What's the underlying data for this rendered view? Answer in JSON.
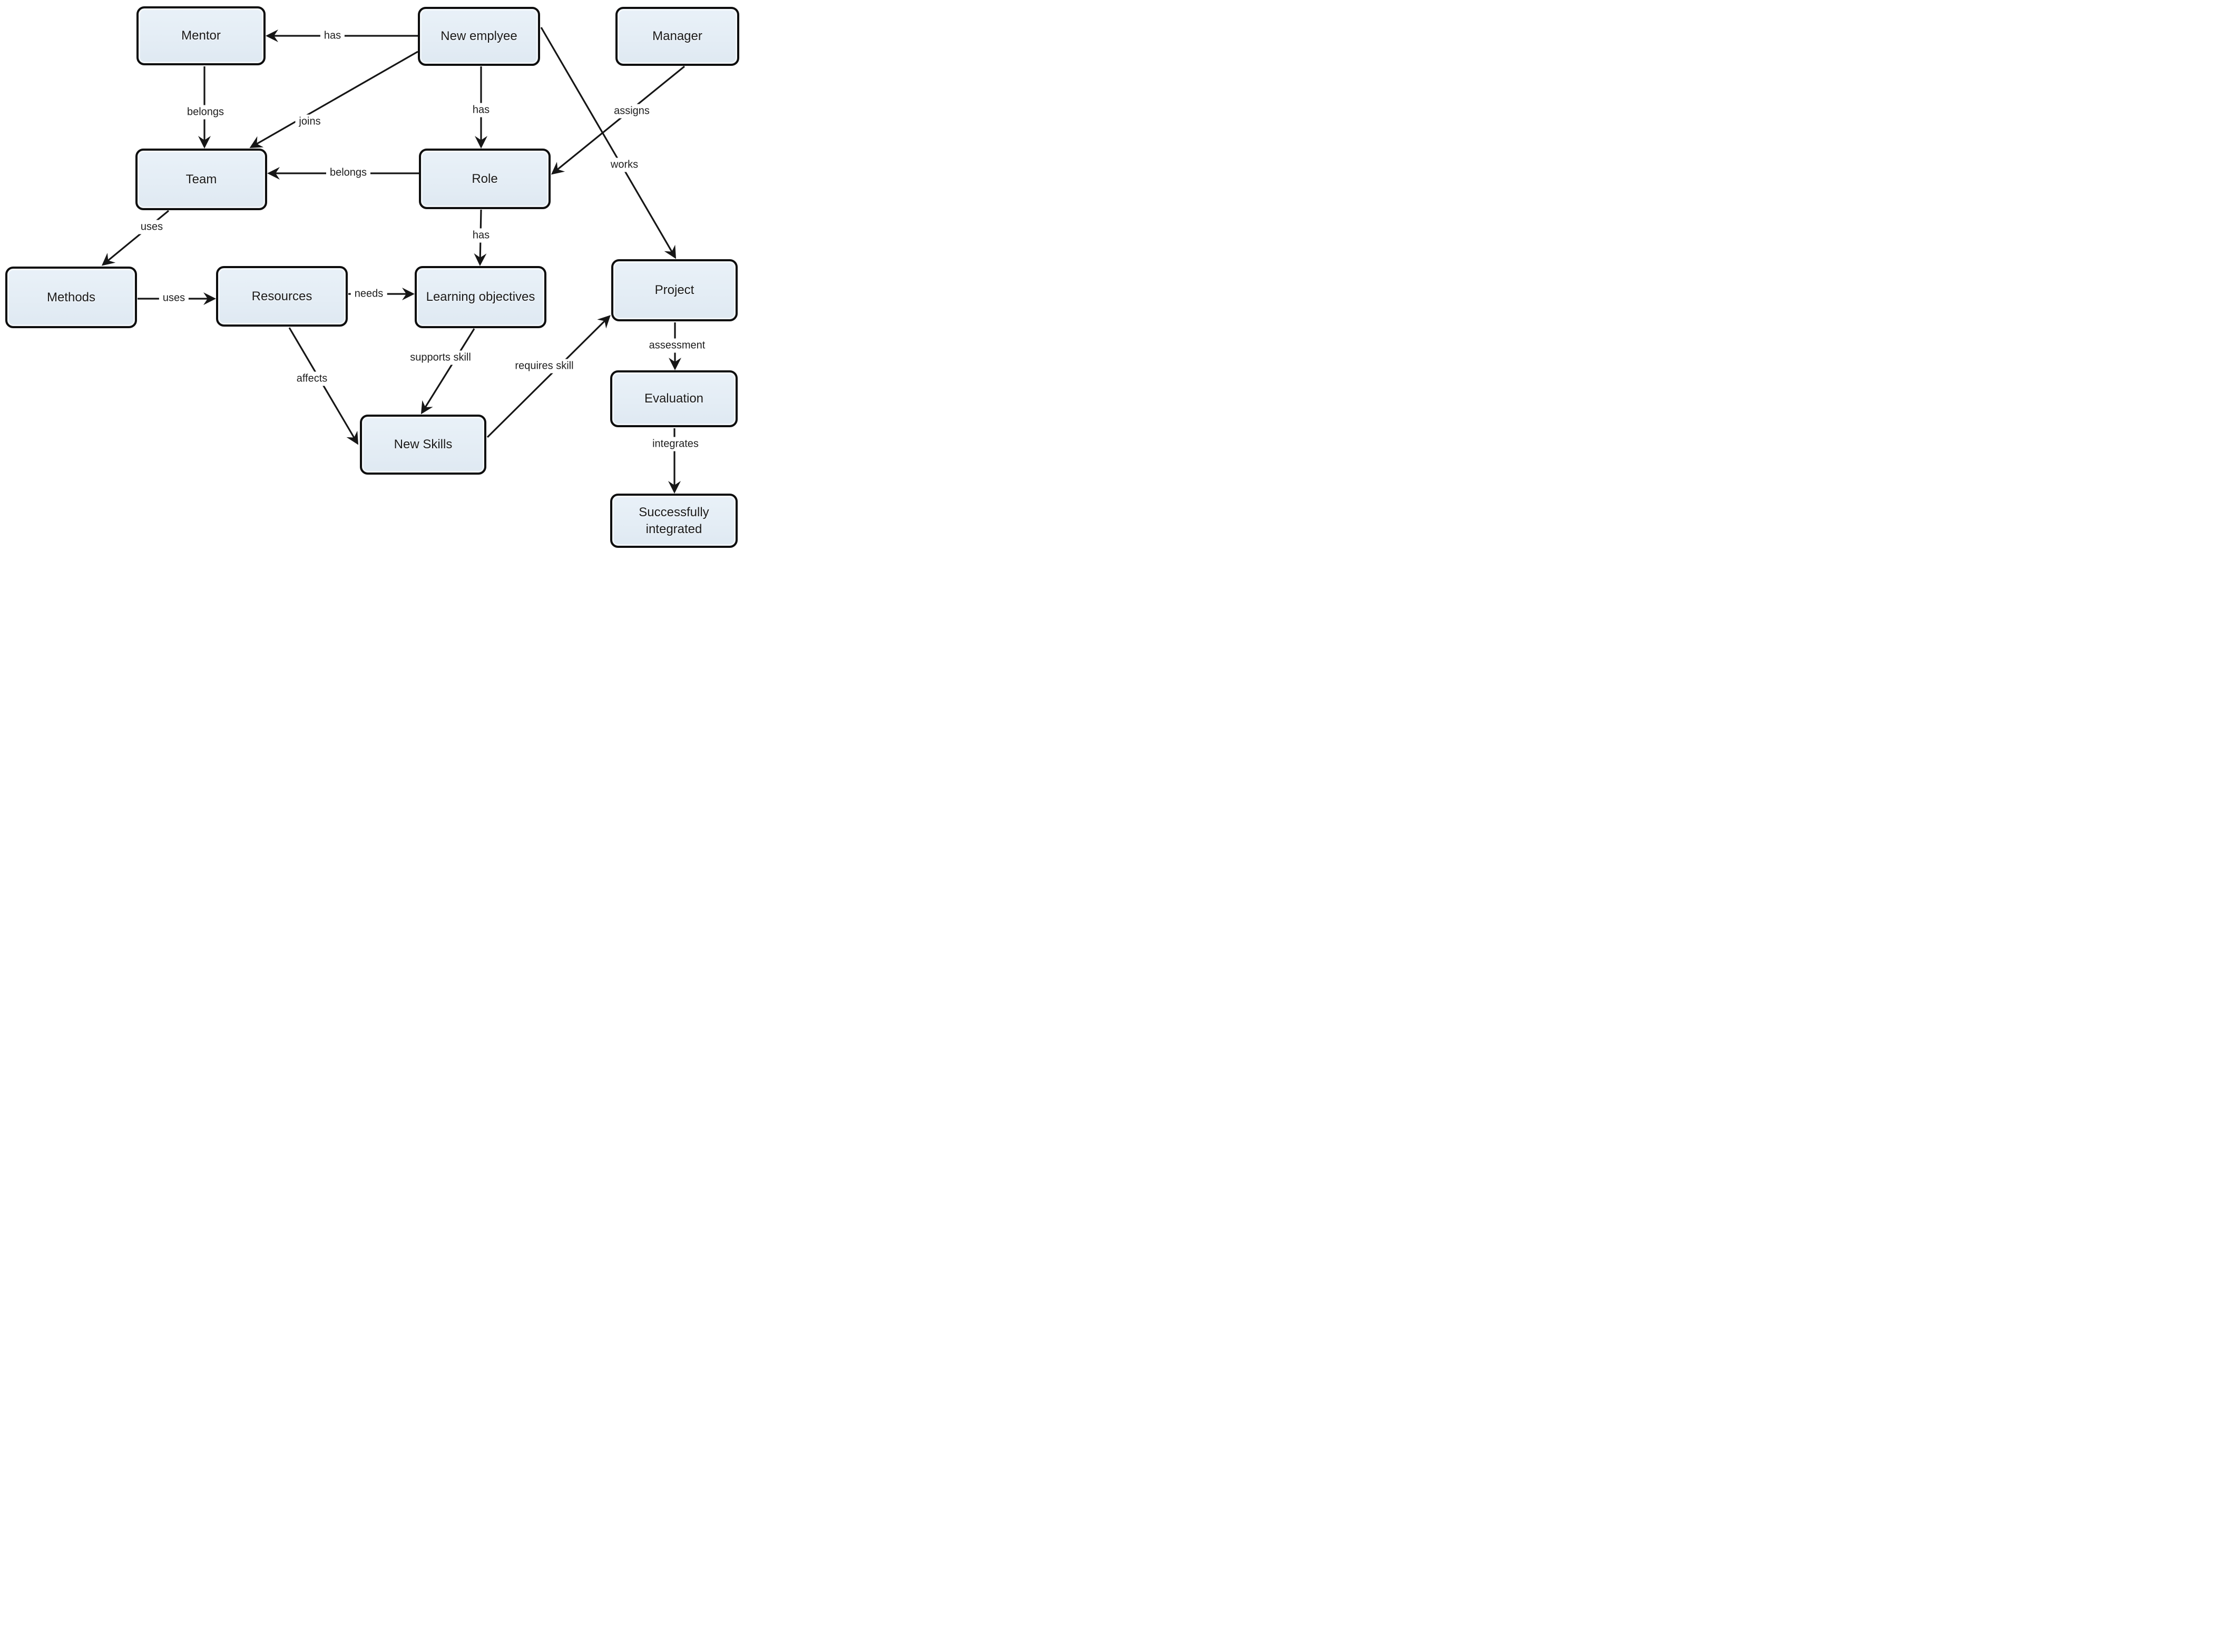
{
  "diagram": {
    "type": "flowchart",
    "background": "#ffffff",
    "colors": {
      "node_fill": "#e4edf5",
      "node_border": "#0d0d0d",
      "edge_line": "#161616",
      "node_text": "#1a1a1a",
      "label_text": "#1d1d1d",
      "label_background": "#ffffff"
    },
    "nodes": [
      {
        "id": "mentor",
        "label": "Mentor"
      },
      {
        "id": "new-employee",
        "label": "New emplyee"
      },
      {
        "id": "manager",
        "label": "Manager"
      },
      {
        "id": "team",
        "label": "Team"
      },
      {
        "id": "role",
        "label": "Role"
      },
      {
        "id": "methods",
        "label": "Methods"
      },
      {
        "id": "resources",
        "label": "Resources"
      },
      {
        "id": "learning-objectives",
        "label": "Learning objectives"
      },
      {
        "id": "project",
        "label": "Project"
      },
      {
        "id": "new-skills",
        "label": "New Skills"
      },
      {
        "id": "evaluation",
        "label": "Evaluation"
      },
      {
        "id": "successfully-integrated",
        "label": "Successfully integrated"
      }
    ],
    "edges": [
      {
        "id": "new-employee-mentor",
        "from": "New emplyee",
        "to": "Mentor",
        "label": "has"
      },
      {
        "id": "mentor-team",
        "from": "Mentor",
        "to": "Team",
        "label": "belongs"
      },
      {
        "id": "new-employee-team",
        "from": "New emplyee",
        "to": "Team",
        "label": "joins"
      },
      {
        "id": "new-employee-role",
        "from": "New emplyee",
        "to": "Role",
        "label": "has"
      },
      {
        "id": "manager-role",
        "from": "Manager",
        "to": "Role",
        "label": "assigns"
      },
      {
        "id": "new-employee-project",
        "from": "New emplyee",
        "to": "Project",
        "label": "works"
      },
      {
        "id": "role-team",
        "from": "Role",
        "to": "Team",
        "label": "belongs"
      },
      {
        "id": "team-methods",
        "from": "Team",
        "to": "Methods",
        "label": "uses"
      },
      {
        "id": "methods-resources",
        "from": "Methods",
        "to": "Resources",
        "label": "uses"
      },
      {
        "id": "resources-learning-objectives",
        "from": "Resources",
        "to": "Learning objectives",
        "label": "needs"
      },
      {
        "id": "role-learning-objectives",
        "from": "Role",
        "to": "Learning objectives",
        "label": "has"
      },
      {
        "id": "resources-new-skills",
        "from": "Resources",
        "to": "New Skills",
        "label": "affects"
      },
      {
        "id": "learning-objectives-new-skills",
        "from": "Learning objectives",
        "to": "New Skills",
        "label": "supports skill"
      },
      {
        "id": "new-skills-project",
        "from": "New Skills",
        "to": "Project",
        "label": "requires skill"
      },
      {
        "id": "project-evaluation",
        "from": "Project",
        "to": "Evaluation",
        "label": "assessment"
      },
      {
        "id": "evaluation-successfully-integrated",
        "from": "Evaluation",
        "to": "Successfully integrated",
        "label": "integrates"
      }
    ]
  }
}
